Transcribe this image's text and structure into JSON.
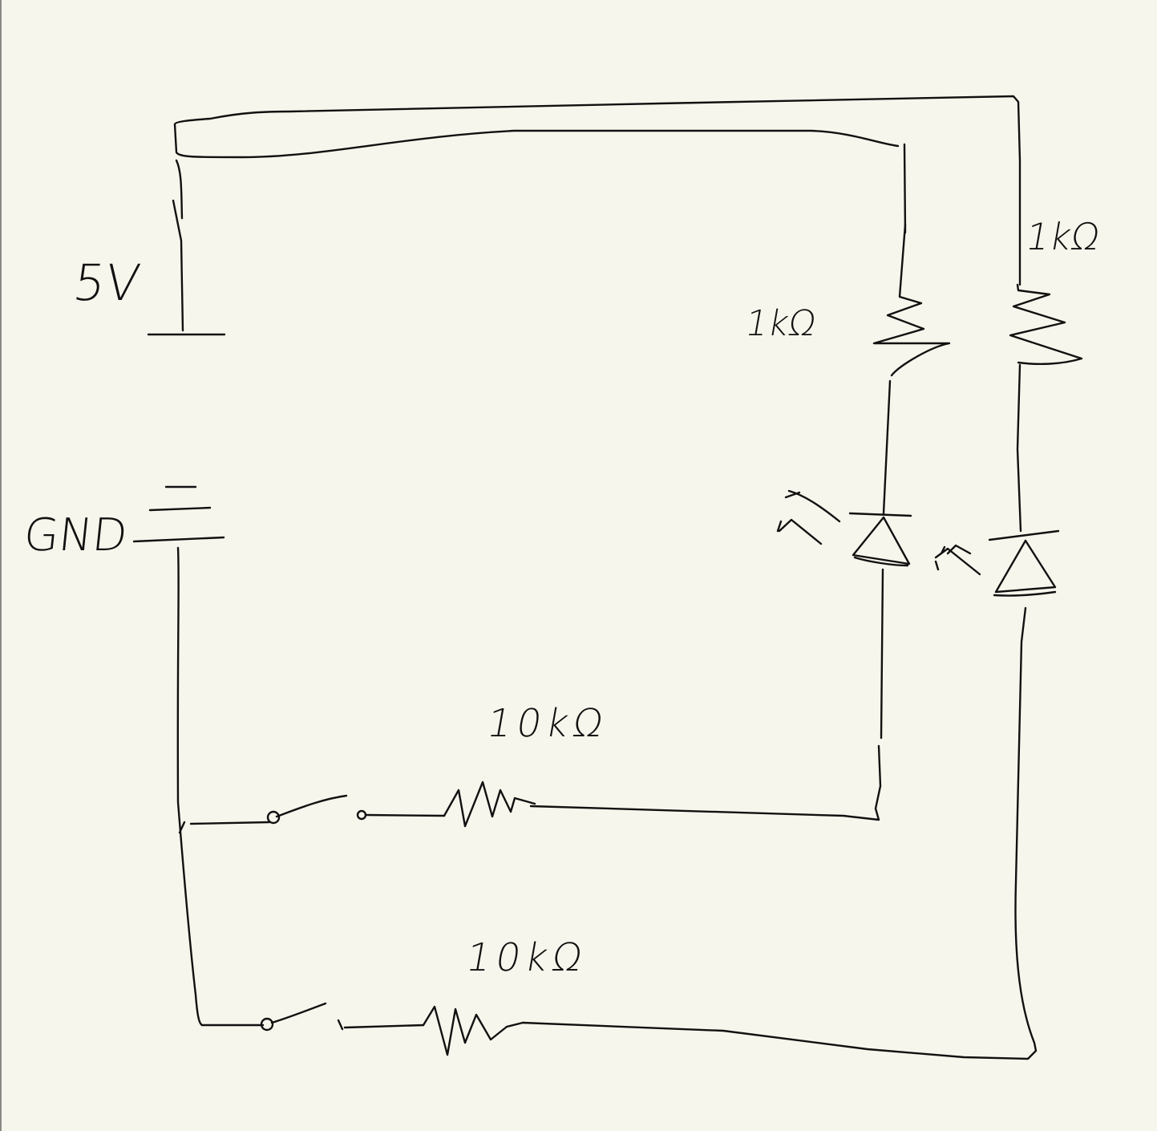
{
  "labels": {
    "supply": "5V",
    "ground": "GND",
    "resistor_led_1": "1kΩ",
    "resistor_led_2": "1kΩ",
    "resistor_switch_1": "10kΩ",
    "resistor_switch_2": "10kΩ"
  },
  "colors": {
    "paper": "#f7f6ec",
    "ink": "#111111"
  }
}
